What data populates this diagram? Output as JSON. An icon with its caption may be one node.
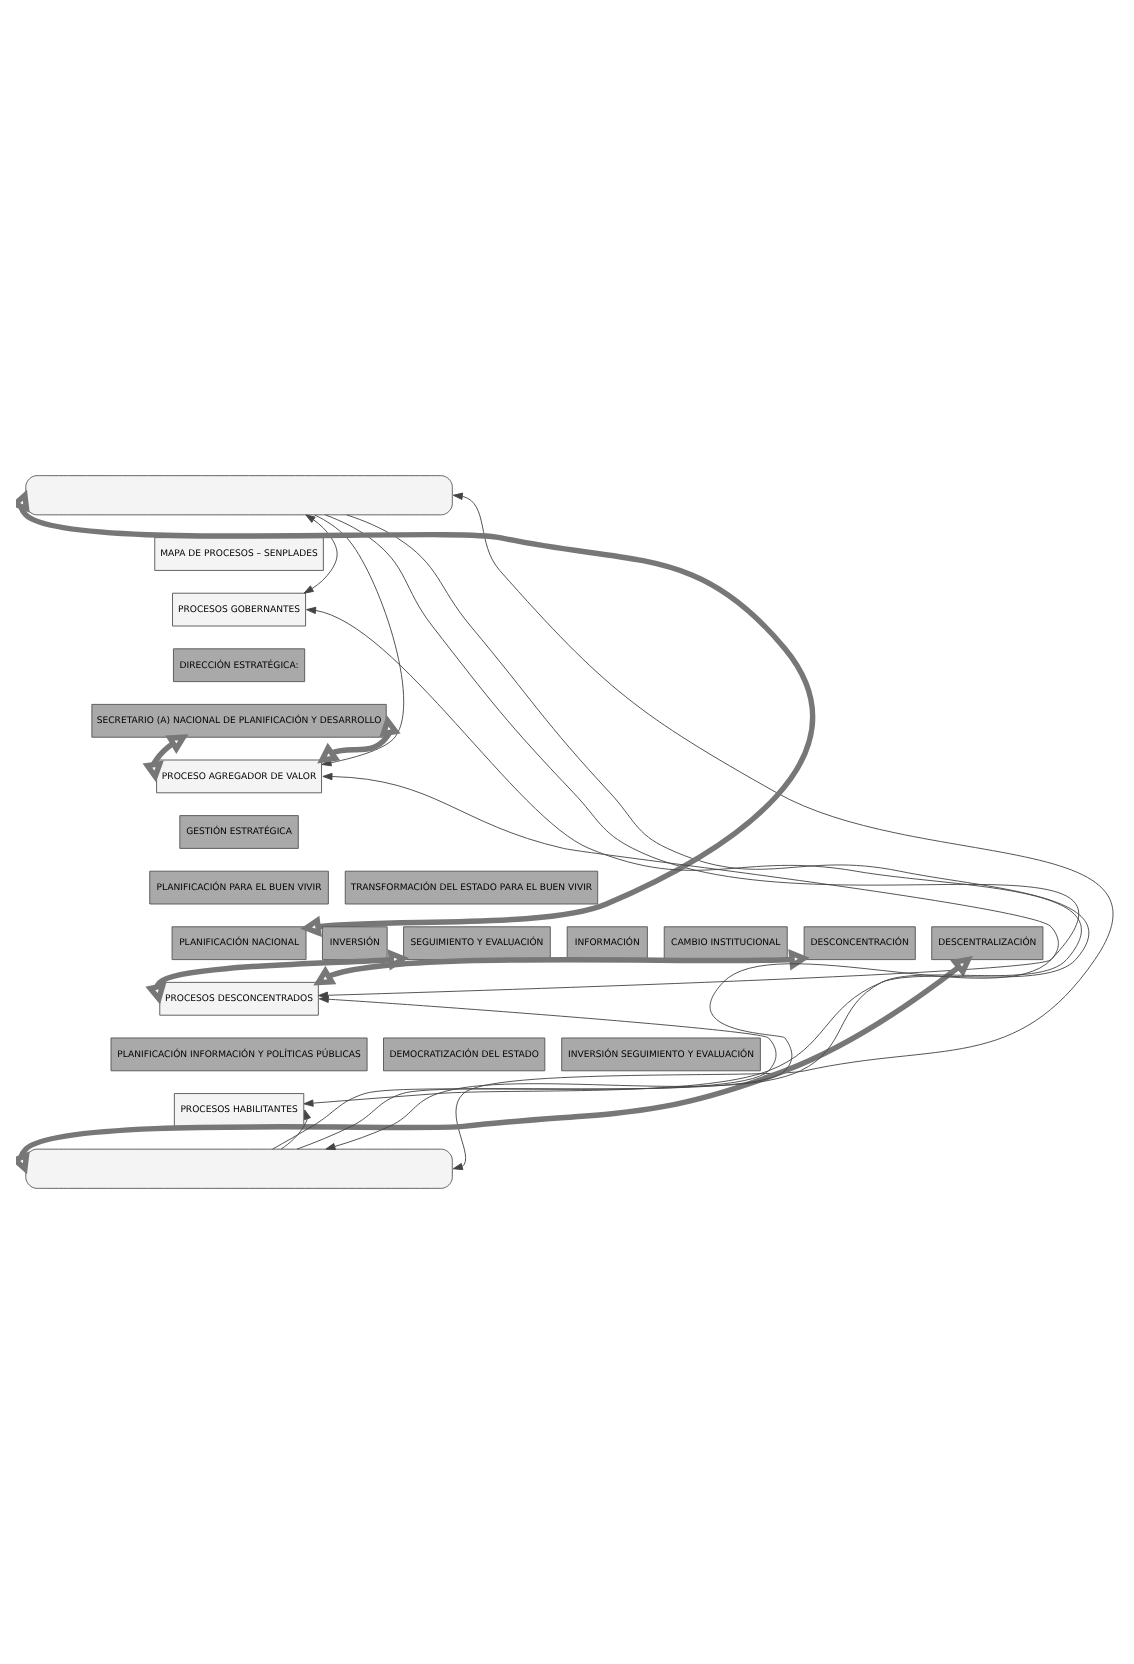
{
  "diagram": {
    "nodes": [
      {
        "text": [
          "MAPA DE PROCESOS – SENPLADES"
        ]
      },
      {
        "text": [],
        "shape": "box"
      },
      {
        "text": [
          "PROCESOS GOBERNANTES"
        ]
      },
      {
        "text": [
          "DIRECCIÓN ESTRATÉGICA:"
        ]
      },
      {
        "text": [
          "SECRETARIO (A) NACIONAL DE PLANIFICACIÓN Y DESARROLLO"
        ]
      },
      {
        "text": [
          "PROCESO AGREGADOR DE VALOR"
        ]
      },
      {
        "text": [
          "GESTIÓN ESTRATÉGICA"
        ]
      },
      {
        "text": [
          "PLANIFICACIÓN PARA EL BUEN VIVIR"
        ]
      },
      {
        "text": [
          "PLANIFICACIÓN NACIONAL"
        ]
      },
      {
        "text": [
          "INVERSIÓN"
        ]
      },
      {
        "text": [
          "SEGUIMIENTO Y EVALUACIÓN"
        ]
      },
      {
        "text": [
          "INFORMACIÓN"
        ]
      },
      {
        "text": [
          "TRANSFORMACIÓN DEL ESTADO PARA EL BUEN VIVIR"
        ]
      },
      {
        "text": [
          "CAMBIO INSTITUCIONAL"
        ]
      },
      {
        "text": [
          "DESCONCENTRACIÓN"
        ]
      },
      {
        "text": [
          "DESCENTRALIZACIÓN"
        ]
      },
      {
        "text": [
          "PROCESOS DESCONCENTRADOS"
        ]
      },
      {
        "text": [
          "PLANIFICACIÓN INFORMACIÓN Y POLÍTICAS PÚBLICAS"
        ]
      },
      {
        "text": [
          "DEMOCRATIZACIÓN DEL ESTADO"
        ]
      },
      {
        "text": [
          "INVERSIÓN SEGUIMIENTO Y EVALUACIÓN"
        ]
      },
      {
        "text": [
          "PROCESOS HABILITANTES"
        ]
      },
      {
        "text": [],
        "shape": "box"
      }
    ],
    "edges": [
      {
        "from": 1,
        "to": 2,
        "arrow": "both"
      },
      {
        "from": 1,
        "to": 5,
        "arrow": "to"
      },
      {
        "from": 1,
        "to": 16,
        "arrow": "to"
      },
      {
        "from": 1,
        "to": 20,
        "arrow": "to"
      },
      {
        "from": 21,
        "to": 2,
        "arrow": "both"
      },
      {
        "from": 21,
        "to": 5,
        "arrow": "to"
      },
      {
        "from": 21,
        "to": 16,
        "arrow": "to"
      },
      {
        "from": 21,
        "to": 20,
        "arrow": "to"
      },
      {
        "from": 1,
        "to": 21,
        "arrow": "both"
      },
      {
        "from": 8,
        "to": 1,
        "arrow": "both",
        "style": "thick"
      },
      {
        "from": 15,
        "to": 21,
        "arrow": "both",
        "style": "thick"
      },
      {
        "from": 4,
        "to": 5,
        "arrow": "both",
        "style": "thick"
      },
      {
        "from": 4,
        "to": 5,
        "arrow": "both",
        "style": "thick"
      },
      {
        "from": 10,
        "to": 16,
        "arrow": "both",
        "style": "thick"
      },
      {
        "from": 14,
        "to": 16,
        "arrow": "both",
        "style": "thick"
      }
    ]
  }
}
